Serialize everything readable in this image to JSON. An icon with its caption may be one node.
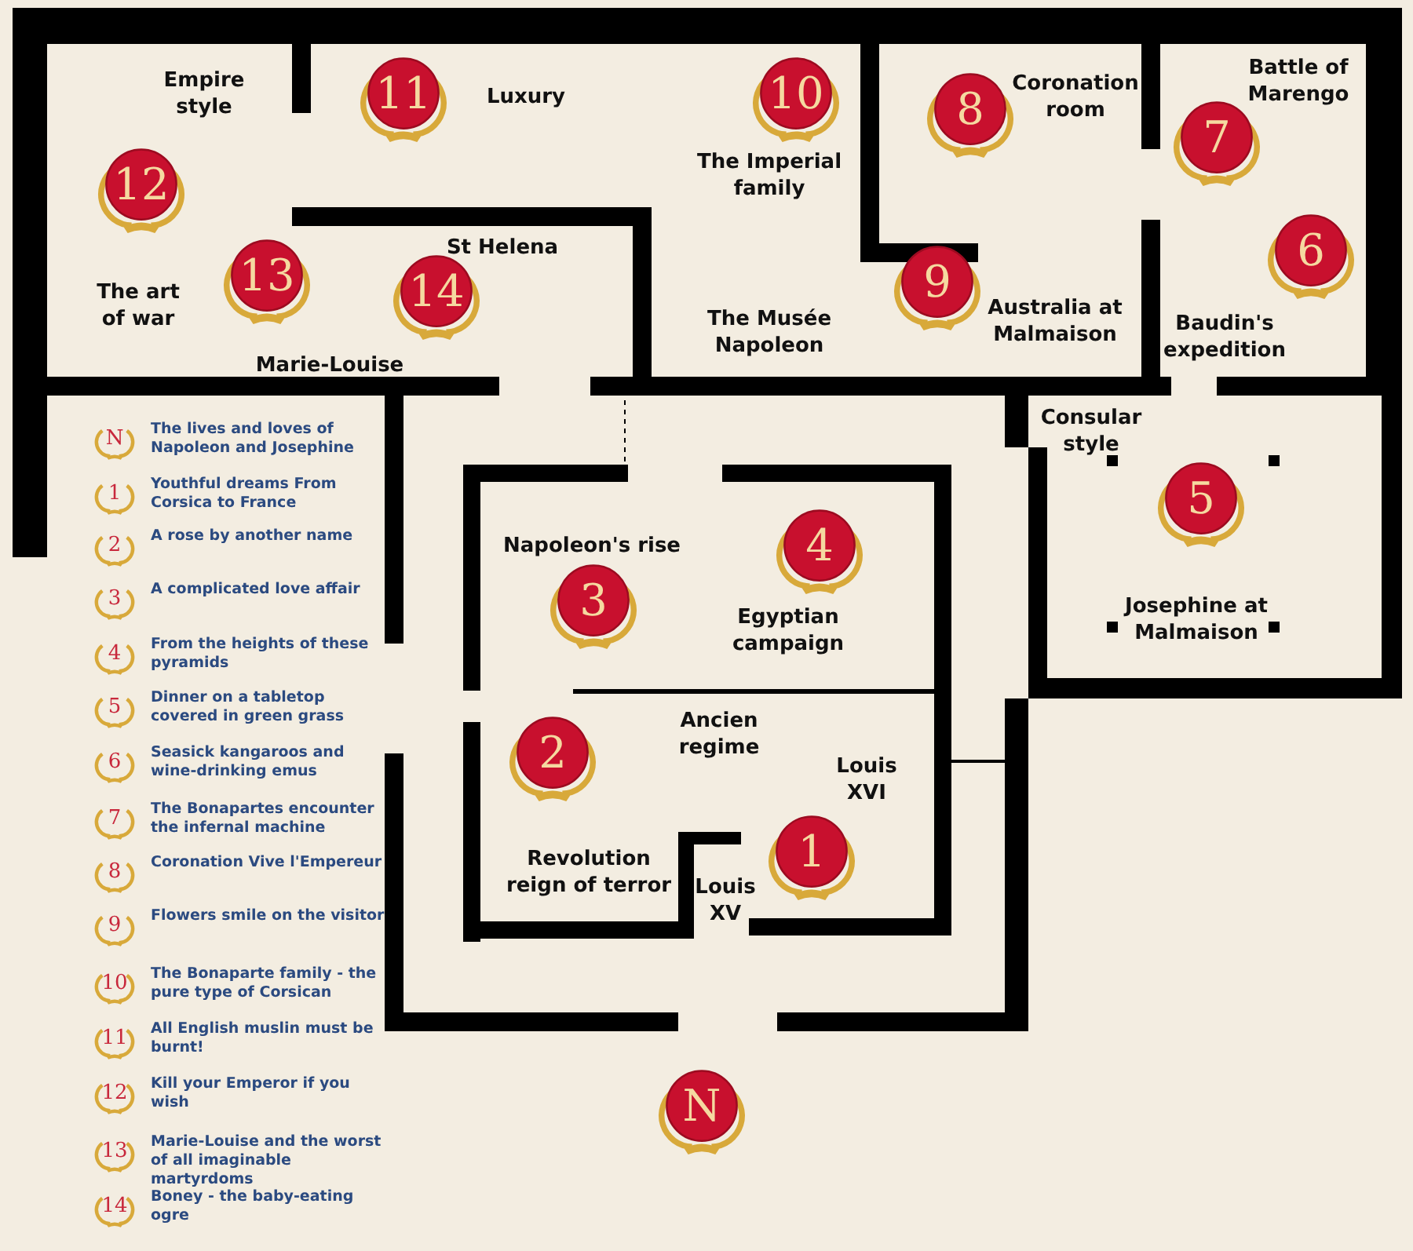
{
  "diagram": {
    "nodes": [
      {
        "text": [
          "11"
        ]
      },
      {
        "text": [
          "10"
        ]
      },
      {
        "text": [
          "8"
        ]
      },
      {
        "text": [
          "7"
        ]
      },
      {
        "text": [
          "12"
        ]
      },
      {
        "text": [
          "6"
        ]
      },
      {
        "text": [
          "13"
        ]
      },
      {
        "text": [
          "14"
        ]
      },
      {
        "text": [
          "9"
        ]
      },
      {
        "text": [
          "4"
        ]
      },
      {
        "text": [
          "5"
        ]
      },
      {
        "text": [
          "3"
        ]
      },
      {
        "text": [
          "2"
        ]
      },
      {
        "text": [
          "1"
        ]
      },
      {
        "text": [
          "N"
        ]
      },
      {
        "text": [
          "N"
        ],
        "beside": [
          "The lives and loves of Napoleon and Josephine"
        ]
      },
      {
        "text": [
          "1"
        ],
        "beside": [
          "Youthful dreams From Corsica to France"
        ]
      },
      {
        "text": [
          "2"
        ],
        "beside": [
          "A rose by another name"
        ]
      },
      {
        "text": [
          "3"
        ],
        "beside": [
          "A complicated love affair"
        ]
      },
      {
        "text": [
          "4"
        ],
        "beside": [
          "From the heights of these pyramids"
        ]
      },
      {
        "text": [
          "5"
        ],
        "beside": [
          "Dinner on a tabletop covered in green grass"
        ]
      },
      {
        "text": [
          "6"
        ],
        "beside": [
          "Seasick kangaroos and wine-drinking emus"
        ]
      },
      {
        "text": [
          "7"
        ],
        "beside": [
          "The Bonapartes encounter the infernal machine"
        ]
      },
      {
        "text": [
          "8"
        ],
        "beside": [
          "Coronation Vive l'Empereur"
        ]
      },
      {
        "text": [
          "9"
        ],
        "beside": [
          "Flowers smile on the visitor"
        ]
      },
      {
        "text": [
          "10"
        ],
        "beside": [
          "The Bonaparte family - the pure type of Corsican"
        ]
      },
      {
        "text": [
          "11"
        ],
        "beside": [
          "All English muslin must be burnt!"
        ]
      },
      {
        "text": [
          "12"
        ],
        "beside": [
          "Kill your Emperor if you wish"
        ]
      },
      {
        "text": [
          "13"
        ],
        "beside": [
          "Marie-Louise and the worst of all imaginable martyrdoms"
        ]
      },
      {
        "text": [
          "14"
        ],
        "beside": [
          "Boney - the baby-eating ogre"
        ]
      }
    ],
    "edges": [],
    "labels": [
      "Empire style",
      "Luxury",
      "Coronation room",
      "Battle of Marengo",
      "The Imperial family",
      "St Helena",
      "The art of war",
      "The Musée Napoleon",
      "Australia at Malmaison",
      "Baudin's expedition",
      "Marie-Louise",
      "Consular style",
      "Napoleon's rise",
      "Egyptian campaign",
      "Josephine at Malmaison",
      "Ancien regime",
      "Louis XVI",
      "Revolution reign of terror",
      "Louis XV"
    ]
  }
}
